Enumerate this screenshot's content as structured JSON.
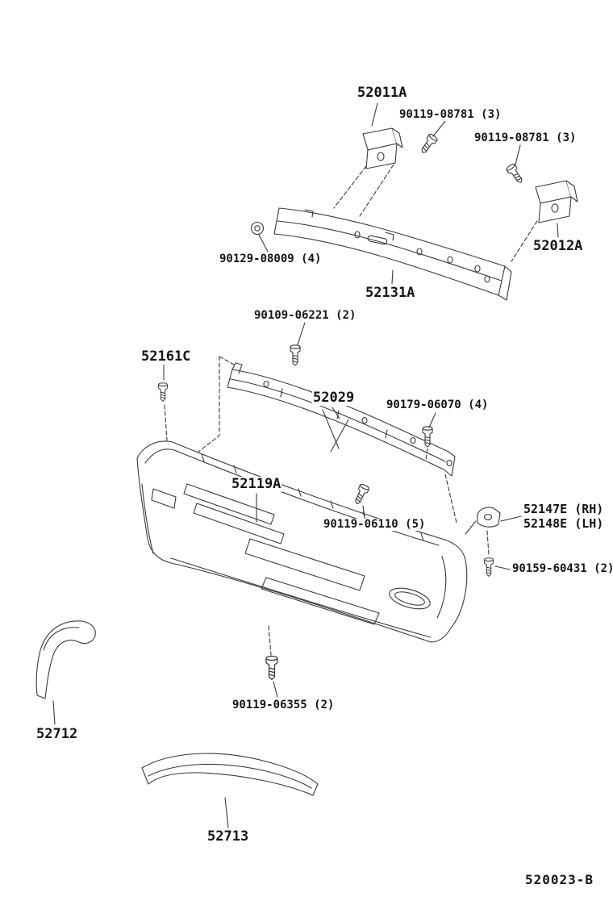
{
  "diagram": {
    "code": "520023-B"
  },
  "colors": {
    "line": "#3a3a3a",
    "text": "#141414",
    "background": "#ffffff"
  },
  "labels": [
    {
      "text": "52011A"
    },
    {
      "text": "90119-08781 (3)"
    },
    {
      "text": "90119-08781 (3)"
    },
    {
      "text": "52012A"
    },
    {
      "text": "90129-08009 (4)"
    },
    {
      "text": "52131A"
    },
    {
      "text": "90109-06221 (2)"
    },
    {
      "text": "52161C"
    },
    {
      "text": "52029"
    },
    {
      "text": "90179-06070 (4)"
    },
    {
      "text": "52119A"
    },
    {
      "text": "90119-06110 (5)"
    },
    {
      "text": "52147E (RH)"
    },
    {
      "text": "52148E (LH)"
    },
    {
      "text": "90159-60431 (2)"
    },
    {
      "text": "90119-06355 (2)"
    },
    {
      "text": "52712"
    },
    {
      "text": "52713"
    }
  ]
}
